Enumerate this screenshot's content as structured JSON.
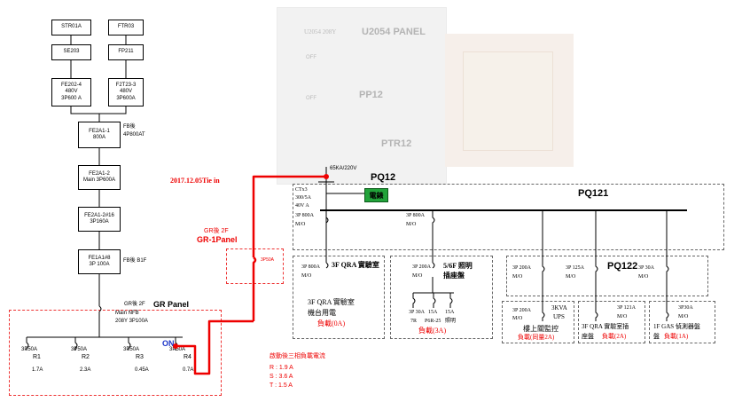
{
  "left_chain": {
    "str01a": "STR01A",
    "ftr03": "FTR03",
    "se203": "SE203",
    "fp211": "FP211",
    "fe202": [
      "FE202-4",
      "480V",
      "3P600 A"
    ],
    "f2t23": [
      "F2T23-3",
      "480V",
      "3P600A"
    ],
    "fe2a1_1": [
      "FE2A1-1",
      "800A"
    ],
    "fe2a1_1_note": [
      "FB後",
      "4P800AT"
    ],
    "fe2a1_2": [
      "FE2A1-2",
      "Main 3P600A"
    ],
    "fe2a1_2_16": [
      "FE2A1-2#16",
      "3P160A"
    ],
    "fe1a1_8": [
      "FE1A1#8",
      "3P 100A"
    ],
    "fe1a1_8_note": "FB後 B1F"
  },
  "gr_panel": {
    "loc_note": "GR後 2F",
    "title": "GR Panel",
    "main_nfb": [
      "Main NFB",
      "208Y 3P100A"
    ],
    "branches": [
      {
        "breaker": "3P50A",
        "name": "R1",
        "current": "1.7A"
      },
      {
        "breaker": "3P50A",
        "name": "R2",
        "current": "2.3A"
      },
      {
        "breaker": "3P50A",
        "name": "R3",
        "current": "0.45A"
      },
      {
        "breaker": "3P50A",
        "name": "R4",
        "current": "0.7A"
      }
    ],
    "on_label": "ON"
  },
  "gr1_panel": {
    "loc_note": "GR後 2F",
    "title": "GR-1Panel",
    "breaker": "3P50A"
  },
  "tie_date": "2017.12.05Tie in",
  "load_note": {
    "title": "啟動後三相負載電流",
    "r": "R : 1.9 A",
    "s": "S : 3.6 A",
    "t": "T : 1.5 A"
  },
  "bg_photo": {
    "u2054": "U2054 PANEL",
    "u2054_small": "U2054 208Y",
    "pp12": "PP12",
    "ptr12": "PTR12",
    "off1": "OFF",
    "off2": "OFF"
  },
  "pq12": {
    "label": "PQ12",
    "spec": "65KA/220V",
    "ctx3": [
      "CTx3",
      "300/5A",
      "40V A"
    ],
    "feeder": [
      "3P 800A",
      "M/O"
    ],
    "meter_tag": "電錶"
  },
  "pq121": {
    "label": "PQ121",
    "feeder2": [
      "3P 800A",
      "M/O"
    ]
  },
  "qra_panel": {
    "breaker": [
      "3P 800A",
      "M/O"
    ],
    "title": "3F QRA 實驗室",
    "desc": [
      "3F QRA 實驗室",
      "機台用電"
    ],
    "load": "負載(0A)"
  },
  "lighting_panel": {
    "breaker": [
      "3P 200A",
      "M/O"
    ],
    "title": [
      "5/6F 照明",
      "插座盤"
    ],
    "subs": [
      "3P 30A",
      "15A",
      "15A"
    ],
    "sub_labels": [
      "7R",
      "P6R-25",
      "照明"
    ],
    "load": "負載(3A)"
  },
  "pq122": {
    "label": "PQ122",
    "feeders": [
      {
        "breaker": "3P 200A",
        "mo": "M/O"
      },
      {
        "breaker": "3P 125A",
        "mo": "M/O"
      },
      {
        "breaker": "3P 30A",
        "mo": "M/O"
      }
    ],
    "ups": {
      "breaker": "3P 200A",
      "mo": "M/O",
      "kva": [
        "3KVA",
        "UPS"
      ],
      "desc": "樓上關監控",
      "load": "負載(同量2A)"
    },
    "qra_socket": {
      "breaker": "3P 121A",
      "mo": "M/O",
      "desc": [
        "3F QRA 實驗室插",
        "座盤"
      ],
      "load": "負載(2A)"
    },
    "gas": {
      "breaker": "3P30A",
      "mo": "M/O",
      "desc": [
        "1F GAS 偵測器盤",
        "盤"
      ],
      "load": "負載(1A)"
    }
  }
}
